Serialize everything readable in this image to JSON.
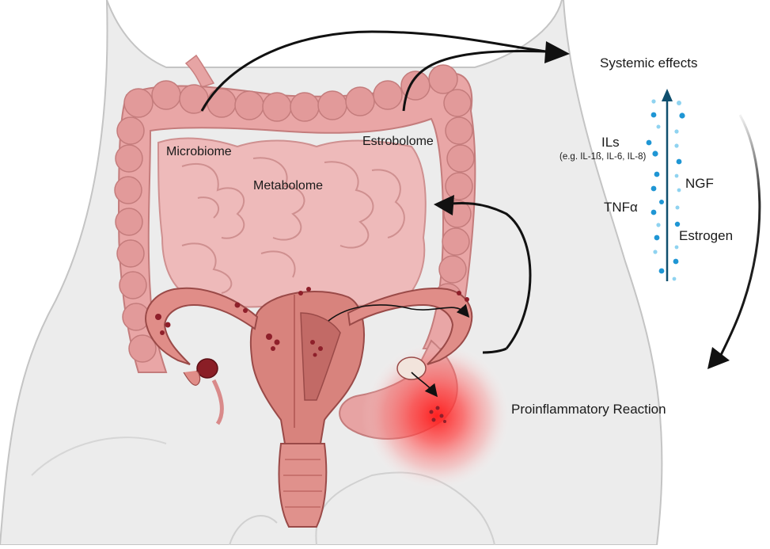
{
  "labels": {
    "microbiome": "Microbiome",
    "estrobolome": "Estrobolome",
    "metabolome": "Metabolome",
    "systemic_effects": "Systemic effects",
    "ils": "ILs",
    "ils_examples": "(e.g. IL-1ß, IL-6, IL-8)",
    "ngf": "NGF",
    "tnf": "TNFα",
    "estrogen": "Estrogen",
    "proinflammatory": "Proinflammatory Reaction"
  },
  "colors": {
    "body_fill": "#ececec",
    "body_outline": "#bdbdbd",
    "intestine": "#e8a8a8",
    "intestine_dark": "#d98a8a",
    "uterus": "#d9817b",
    "uterus_dark": "#b9605c",
    "lesion": "#8e1f2a",
    "inflammation": "#ff2a2a",
    "arrow": "#111111",
    "axis_arrow": "#0f4f6e",
    "dot_light": "#8fd3f0",
    "dot_dark": "#1f96d4"
  }
}
